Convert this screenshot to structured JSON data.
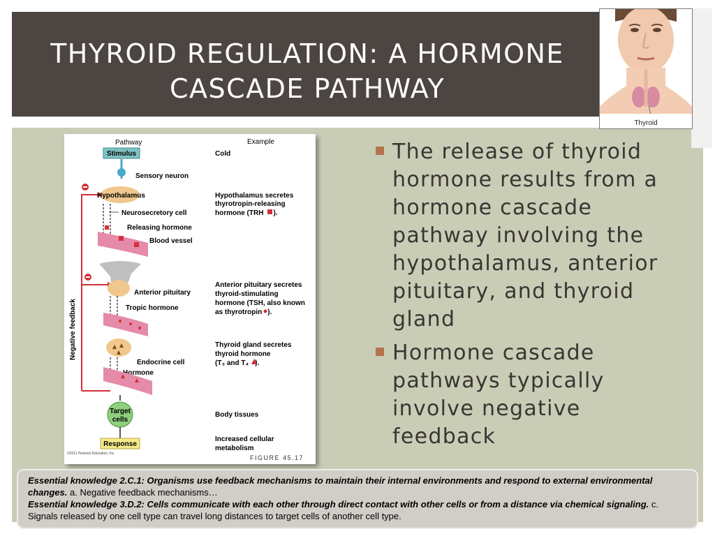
{
  "slide": {
    "title_line1": "THYROID REGULATION: A HORMONE",
    "title_line2": "CASCADE PATHWAY"
  },
  "thyroid_image": {
    "label": "Thyroid"
  },
  "figure": {
    "col_pathway": "Pathway",
    "col_example": "Example",
    "stimulus": "Stimulus",
    "cold": "Cold",
    "sensory_neuron": "Sensory neuron",
    "hypothalamus": "Hypothalamus",
    "neurosecretory_cell": "Neurosecretory cell",
    "releasing_hormone": "Releasing hormone",
    "blood_vessel": "Blood vessel",
    "hyp_ex_1": "Hypothalamus secretes",
    "hyp_ex_2": "thyrotropin-releasing",
    "hyp_ex_3": "hormone (TRH",
    "hyp_ex_3b": ").",
    "anterior_pituitary": "Anterior pituitary",
    "tropic_hormone": "Tropic hormone",
    "ap_ex_1": "Anterior pituitary secretes",
    "ap_ex_2": "thyroid-stimulating",
    "ap_ex_3": "hormone (TSH, also known",
    "ap_ex_4": "as thyrotropin",
    "ap_ex_4b": ").",
    "negative_feedback": "Negative feedback",
    "endocrine_cell": "Endocrine cell",
    "hormone": "Hormone",
    "th_ex_1": "Thyroid gland secretes",
    "th_ex_2": "thyroid hormone",
    "th_ex_3": "(T₃ and T₄",
    "th_ex_3b": ").",
    "target_1": "Target",
    "target_2": "cells",
    "body_tissues": "Body tissues",
    "response": "Response",
    "resp_ex_1": "Increased cellular",
    "resp_ex_2": "metabolism",
    "copyright": "©2011 Pearson Education, Inc.",
    "figure_num": "FIGURE 45.17"
  },
  "bullets": [
    "The release of thyroid hormone results from a hormone cascade pathway involving the hypothalamus, anterior pituitary, and thyroid gland",
    "Hormone cascade pathways typically involve negative feedback"
  ],
  "essential_knowledge": {
    "ek1_bold": "Essential knowledge 2.C.1: Organisms use feedback mechanisms to maintain their internal environments and respond to external environmental changes.",
    "ek1_rest": "a. Negative feedback mechanisms…",
    "ek2_bold": "Essential knowledge 3.D.2: Cells communicate with each other through direct contact with other cells or from a distance via chemical signaling.",
    "ek2_rest": "c. Signals released by one cell type can travel long distances to target cells of another cell type."
  },
  "colors": {
    "title_bg": "#4d4541",
    "slide_bg": "#c9cdb6",
    "bullet_accent": "#b5734d",
    "stimulus_box": "#7fc3c4",
    "response_box": "#f6e98a",
    "blood_vessel": "#e58aa8",
    "feedback_red": "#d32f3a"
  }
}
